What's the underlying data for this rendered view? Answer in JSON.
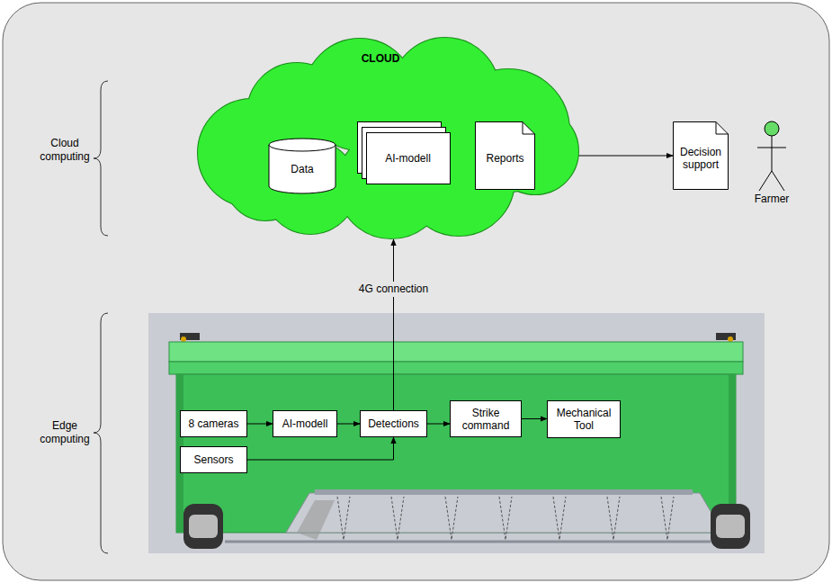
{
  "diagram": {
    "nodes": [
      {
        "text": [
          "CLOUD"
        ]
      },
      {
        "text": [
          "Data"
        ],
        "in": 0
      },
      {
        "text": [
          "AI-modell"
        ],
        "in": 0
      },
      {
        "text": [
          "Reports"
        ],
        "in": 0
      },
      {
        "text": [
          "Decision support"
        ]
      },
      {
        "text": [
          "Farmer"
        ]
      },
      {
        "text": [
          "8 cameras"
        ]
      },
      {
        "text": [
          "AI-modell"
        ]
      },
      {
        "text": [
          "Detections"
        ]
      },
      {
        "text": [
          "Strike command"
        ]
      },
      {
        "text": [
          "Mechanical Tool"
        ]
      },
      {
        "text": [
          "Sensors"
        ]
      }
    ],
    "edges": [
      {
        "from": 1,
        "to": 2,
        "arrow": "to"
      },
      {
        "from": 2,
        "to": 3,
        "arrow": "to"
      },
      {
        "from": 3,
        "to": 4,
        "arrow": "to"
      },
      {
        "from": 8,
        "to": 0,
        "label": "4G connection",
        "arrow": "to"
      },
      {
        "from": 6,
        "to": 7,
        "arrow": "to"
      },
      {
        "from": 7,
        "to": 8,
        "arrow": "to"
      },
      {
        "from": 8,
        "to": 9,
        "arrow": "to"
      },
      {
        "from": 9,
        "to": 10,
        "arrow": "to"
      },
      {
        "from": 11,
        "to": 8,
        "arrow": "to"
      }
    ],
    "labels": [
      "Cloud computing",
      "Edge computing"
    ]
  }
}
